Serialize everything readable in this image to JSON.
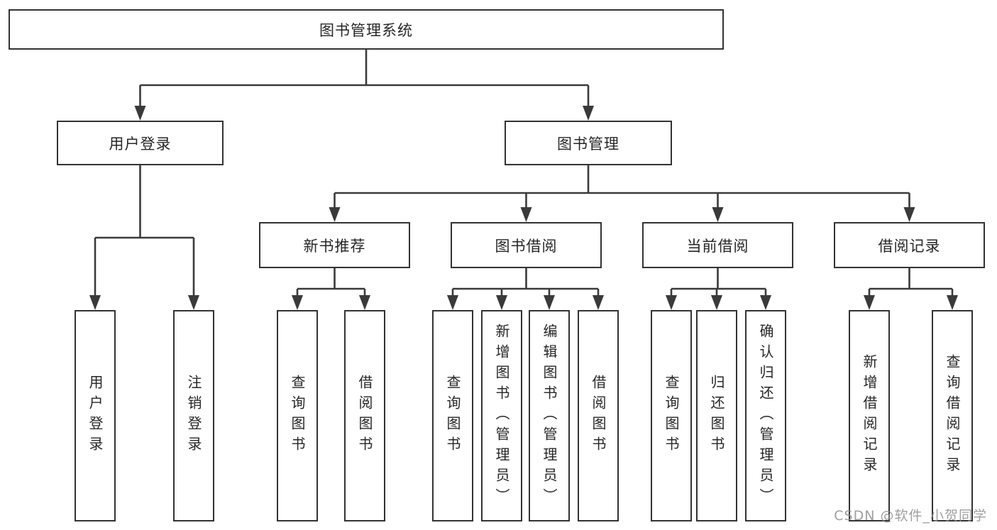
{
  "watermark": {
    "text": "CSDN @软件_小贺同学",
    "color": "#8f8f8f"
  },
  "diagram": {
    "type": "hierarchy-tree",
    "title": "图书管理系统",
    "line_color": "#3a3a3a",
    "box_border_color": "#333333",
    "text_color": "#262626",
    "background": "#ffffff",
    "nodes": [
      {
        "id": "system",
        "label": "图书管理系统",
        "orientation": "horizontal",
        "parent": null
      },
      {
        "id": "user-login",
        "label": "用户登录",
        "orientation": "horizontal",
        "parent": "system"
      },
      {
        "id": "book-manage",
        "label": "图书管理",
        "orientation": "horizontal",
        "parent": "system"
      },
      {
        "id": "new-book-recommend",
        "label": "新书推荐",
        "orientation": "horizontal",
        "parent": "book-manage"
      },
      {
        "id": "book-borrow",
        "label": "图书借阅",
        "orientation": "horizontal",
        "parent": "book-manage"
      },
      {
        "id": "current-borrow",
        "label": "当前借阅",
        "orientation": "horizontal",
        "parent": "book-manage"
      },
      {
        "id": "borrow-records",
        "label": "借阅记录",
        "orientation": "horizontal",
        "parent": "book-manage"
      },
      {
        "id": "login-action",
        "label": "用户登录",
        "orientation": "vertical",
        "parent": "user-login"
      },
      {
        "id": "logout-action",
        "label": "注销登录",
        "orientation": "vertical",
        "parent": "user-login"
      },
      {
        "id": "nb-query-book",
        "label": "查询图书",
        "orientation": "vertical",
        "parent": "new-book-recommend"
      },
      {
        "id": "nb-borrow-book",
        "label": "借阅图书",
        "orientation": "vertical",
        "parent": "new-book-recommend"
      },
      {
        "id": "bb-query-book",
        "label": "查询图书",
        "orientation": "vertical",
        "parent": "book-borrow"
      },
      {
        "id": "bb-add-book",
        "label": "新增图书（管理员）",
        "orientation": "vertical",
        "parent": "book-borrow"
      },
      {
        "id": "bb-edit-book",
        "label": "编辑图书（管理员）",
        "orientation": "vertical",
        "parent": "book-borrow"
      },
      {
        "id": "bb-borrow-book",
        "label": "借阅图书",
        "orientation": "vertical",
        "parent": "book-borrow"
      },
      {
        "id": "cb-query-book",
        "label": "查询图书",
        "orientation": "vertical",
        "parent": "current-borrow"
      },
      {
        "id": "cb-return-book",
        "label": "归还图书",
        "orientation": "vertical",
        "parent": "current-borrow"
      },
      {
        "id": "cb-confirm-return",
        "label": "确认归还（管理员）",
        "orientation": "vertical",
        "parent": "current-borrow"
      },
      {
        "id": "br-add-record",
        "label": "新增借阅记录",
        "orientation": "vertical",
        "parent": "borrow-records"
      },
      {
        "id": "br-query-record",
        "label": "查询借阅记录",
        "orientation": "vertical",
        "parent": "borrow-records"
      }
    ]
  }
}
